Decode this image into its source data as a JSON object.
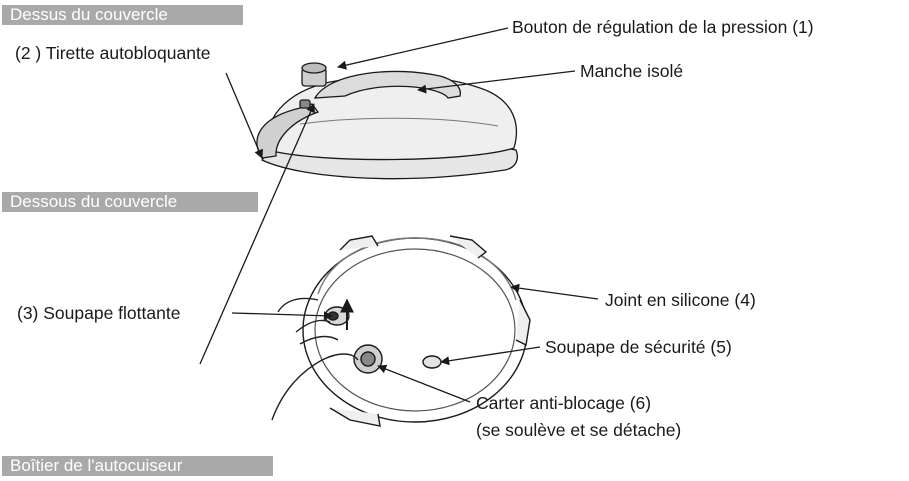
{
  "sections": {
    "lid_top": "Dessus du couvercle",
    "lid_bottom": "Dessous du couvercle",
    "body": "Boîtier de l'autocuiseur"
  },
  "callouts": {
    "pressure_button": "Bouton de régulation de la pression (1)",
    "self_lock_pull": "(2 ) Tirette autobloquante",
    "insulated_handle": "Manche isolé",
    "float_valve": "(3) Soupape flottante",
    "silicone_seal": "Joint en silicone (4)",
    "safety_valve": "Soupape de sécurité (5)",
    "anti_block_cover_line1": "Carter anti-blocage (6)",
    "anti_block_cover_line2": "(se soulève et se détache)"
  },
  "colors": {
    "banner_bg": "#a9a9a9",
    "banner_text": "#ffffff",
    "line": "#1a1a1a"
  }
}
